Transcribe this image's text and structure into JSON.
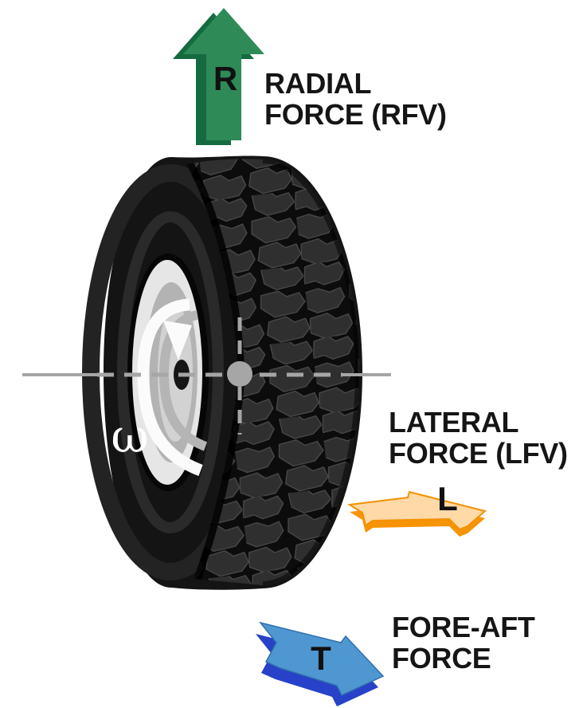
{
  "forces": {
    "radial": {
      "label_line1": "RADIAL",
      "label_line2": "FORCE (RFV)",
      "symbol": "R",
      "arrow_color": "#2e8b57",
      "arrow_shadow_color": "#166a40"
    },
    "lateral": {
      "label_line1": "LATERAL",
      "label_line2": "FORCE (LFV)",
      "symbol": "L",
      "arrow_color": "#ffd9a6",
      "arrow_edge_color": "#f79405"
    },
    "fore_aft": {
      "label_line1": "FORE-AFT",
      "label_line2": "FORCE",
      "symbol": "T",
      "arrow_color": "#4f97d0",
      "arrow_shadow_color": "#2742c8"
    }
  },
  "wheel": {
    "angular_velocity_symbol": "ω",
    "axis_color": "#a6a6a6",
    "tire_color": "#141414",
    "rim_color": "#e6e6e6"
  },
  "background_color": "#ffffff"
}
